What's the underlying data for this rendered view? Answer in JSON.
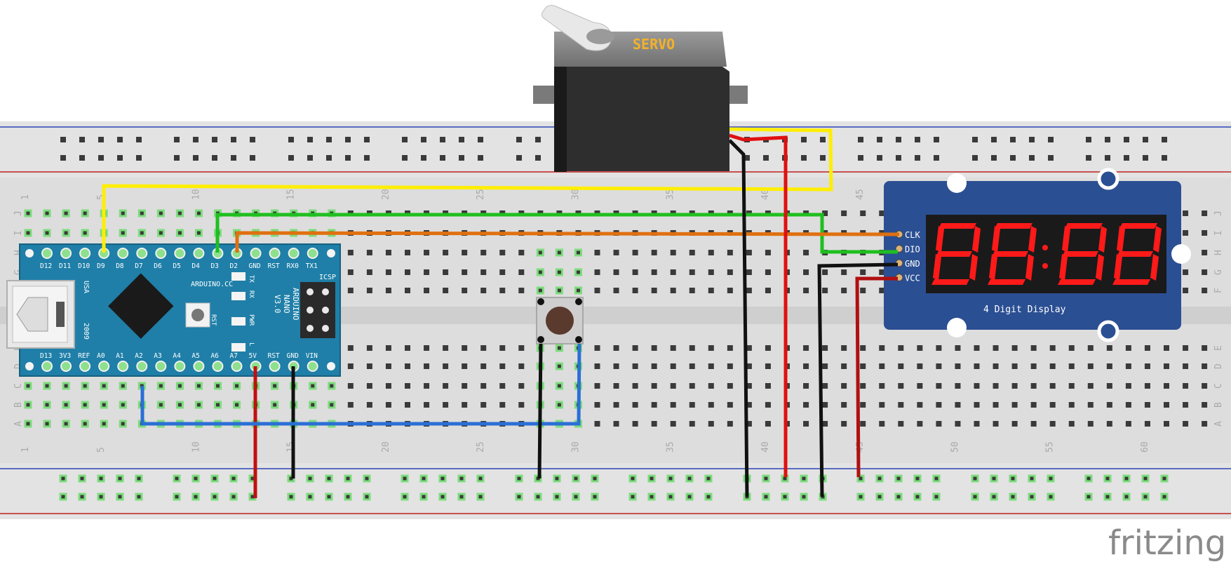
{
  "servo": {
    "label": "SERVO"
  },
  "arduino": {
    "top_pins": [
      "D12",
      "D11",
      "D10",
      "D9",
      "D8",
      "D7",
      "D6",
      "D5",
      "D4",
      "D3",
      "D2",
      "GND",
      "RST",
      "RX0",
      "TX1"
    ],
    "bottom_pins": [
      "D13",
      "3V3",
      "REF",
      "A0",
      "A1",
      "A2",
      "A3",
      "A4",
      "A5",
      "A6",
      "A7",
      "5V",
      "RST",
      "GND",
      "VIN"
    ],
    "brand": "ARDUINO.CC",
    "model_lines": [
      "ARDUINO",
      "NANO",
      "V3.0"
    ],
    "icsp": "ICSP",
    "led_labels": [
      "TX",
      "RX",
      "PWR",
      "L"
    ],
    "rst_label": "RST",
    "usa_label": "USA",
    "year_label": "2009"
  },
  "display": {
    "pins": [
      "CLK",
      "DIO",
      "GND",
      "VCC"
    ],
    "digits": "88:88",
    "caption": "4 Digit Display"
  },
  "breadboard": {
    "row_letters_top": [
      "J",
      "I",
      "H",
      "G",
      "F"
    ],
    "row_letters_bottom": [
      "E",
      "D",
      "C",
      "B",
      "A"
    ],
    "column_numbers": [
      "1",
      "5",
      "10",
      "15",
      "20",
      "25",
      "30",
      "35",
      "40",
      "45",
      "50",
      "55",
      "60"
    ]
  },
  "colors": {
    "board": "#d9d9d9",
    "nano": "#1f7fa8",
    "display_pcb": "#2b4f93",
    "wire_yellow": "#ffee00",
    "wire_green": "#1fbf1f",
    "wire_orange": "#e07010",
    "wire_red": "#e01010",
    "wire_black": "#111111",
    "wire_blue": "#2a6fd6",
    "wire_darkred": "#b01010",
    "segment_red": "#ff1a1a"
  },
  "watermark": "fritzing"
}
